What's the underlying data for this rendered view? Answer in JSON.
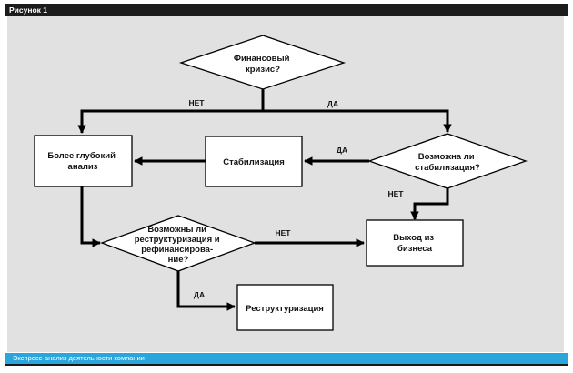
{
  "header": {
    "figure_label": "Рисунок 1"
  },
  "footer": {
    "caption": "Экспресс-анализ деятельности компании"
  },
  "colors": {
    "header": "#1c1c1c",
    "panel": "#e1e1e1",
    "footer": "#2aa6dd",
    "nodes": "#ffffff",
    "lines": "#000000"
  },
  "nodes": {
    "financial_crisis": {
      "lines": [
        "Финансовый",
        "кризис?"
      ]
    },
    "deeper_analysis": {
      "lines": [
        "Более глубокий",
        "анализ"
      ]
    },
    "stabilization": {
      "lines": [
        "Стабилизация"
      ]
    },
    "stabilization_possible": {
      "lines": [
        "Возможна ли",
        "стабилизация?"
      ]
    },
    "restructuring_possible": {
      "lines": [
        "Возможны ли",
        "реструктуризация и",
        "рефинансирова-",
        "ние?"
      ]
    },
    "business_exit": {
      "lines": [
        "Выход из",
        "бизнеса"
      ]
    },
    "restructuring": {
      "lines": [
        "Реструктуризация"
      ]
    }
  },
  "edges": {
    "crisis_no": "НЕТ",
    "crisis_yes": "ДА",
    "stab_yes": "ДА",
    "stab_no": "НЕТ",
    "restr_no": "НЕТ",
    "restr_yes": "ДА"
  }
}
